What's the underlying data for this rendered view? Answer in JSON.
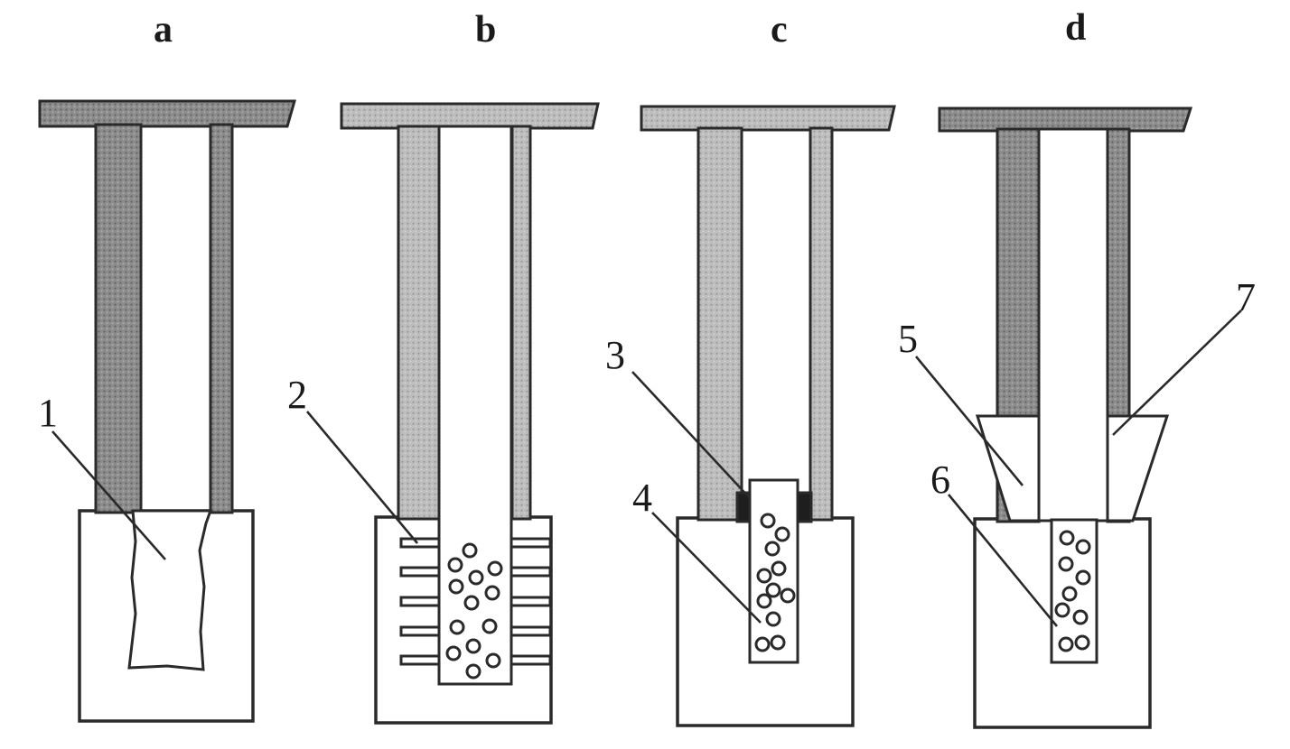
{
  "panels": {
    "a": {
      "label": "a"
    },
    "b": {
      "label": "b"
    },
    "c": {
      "label": "c"
    },
    "d": {
      "label": "d"
    }
  },
  "callouts": {
    "c1": "1",
    "c2": "2",
    "c3": "3",
    "c4": "4",
    "c5": "5",
    "c6": "6",
    "c7": "7"
  },
  "colors": {
    "line": "#2a2a2a",
    "wall_dark": "#8c8c8c",
    "wall_light": "#bdbdbd",
    "plug": "#1e1e1e",
    "background": "#ffffff"
  }
}
